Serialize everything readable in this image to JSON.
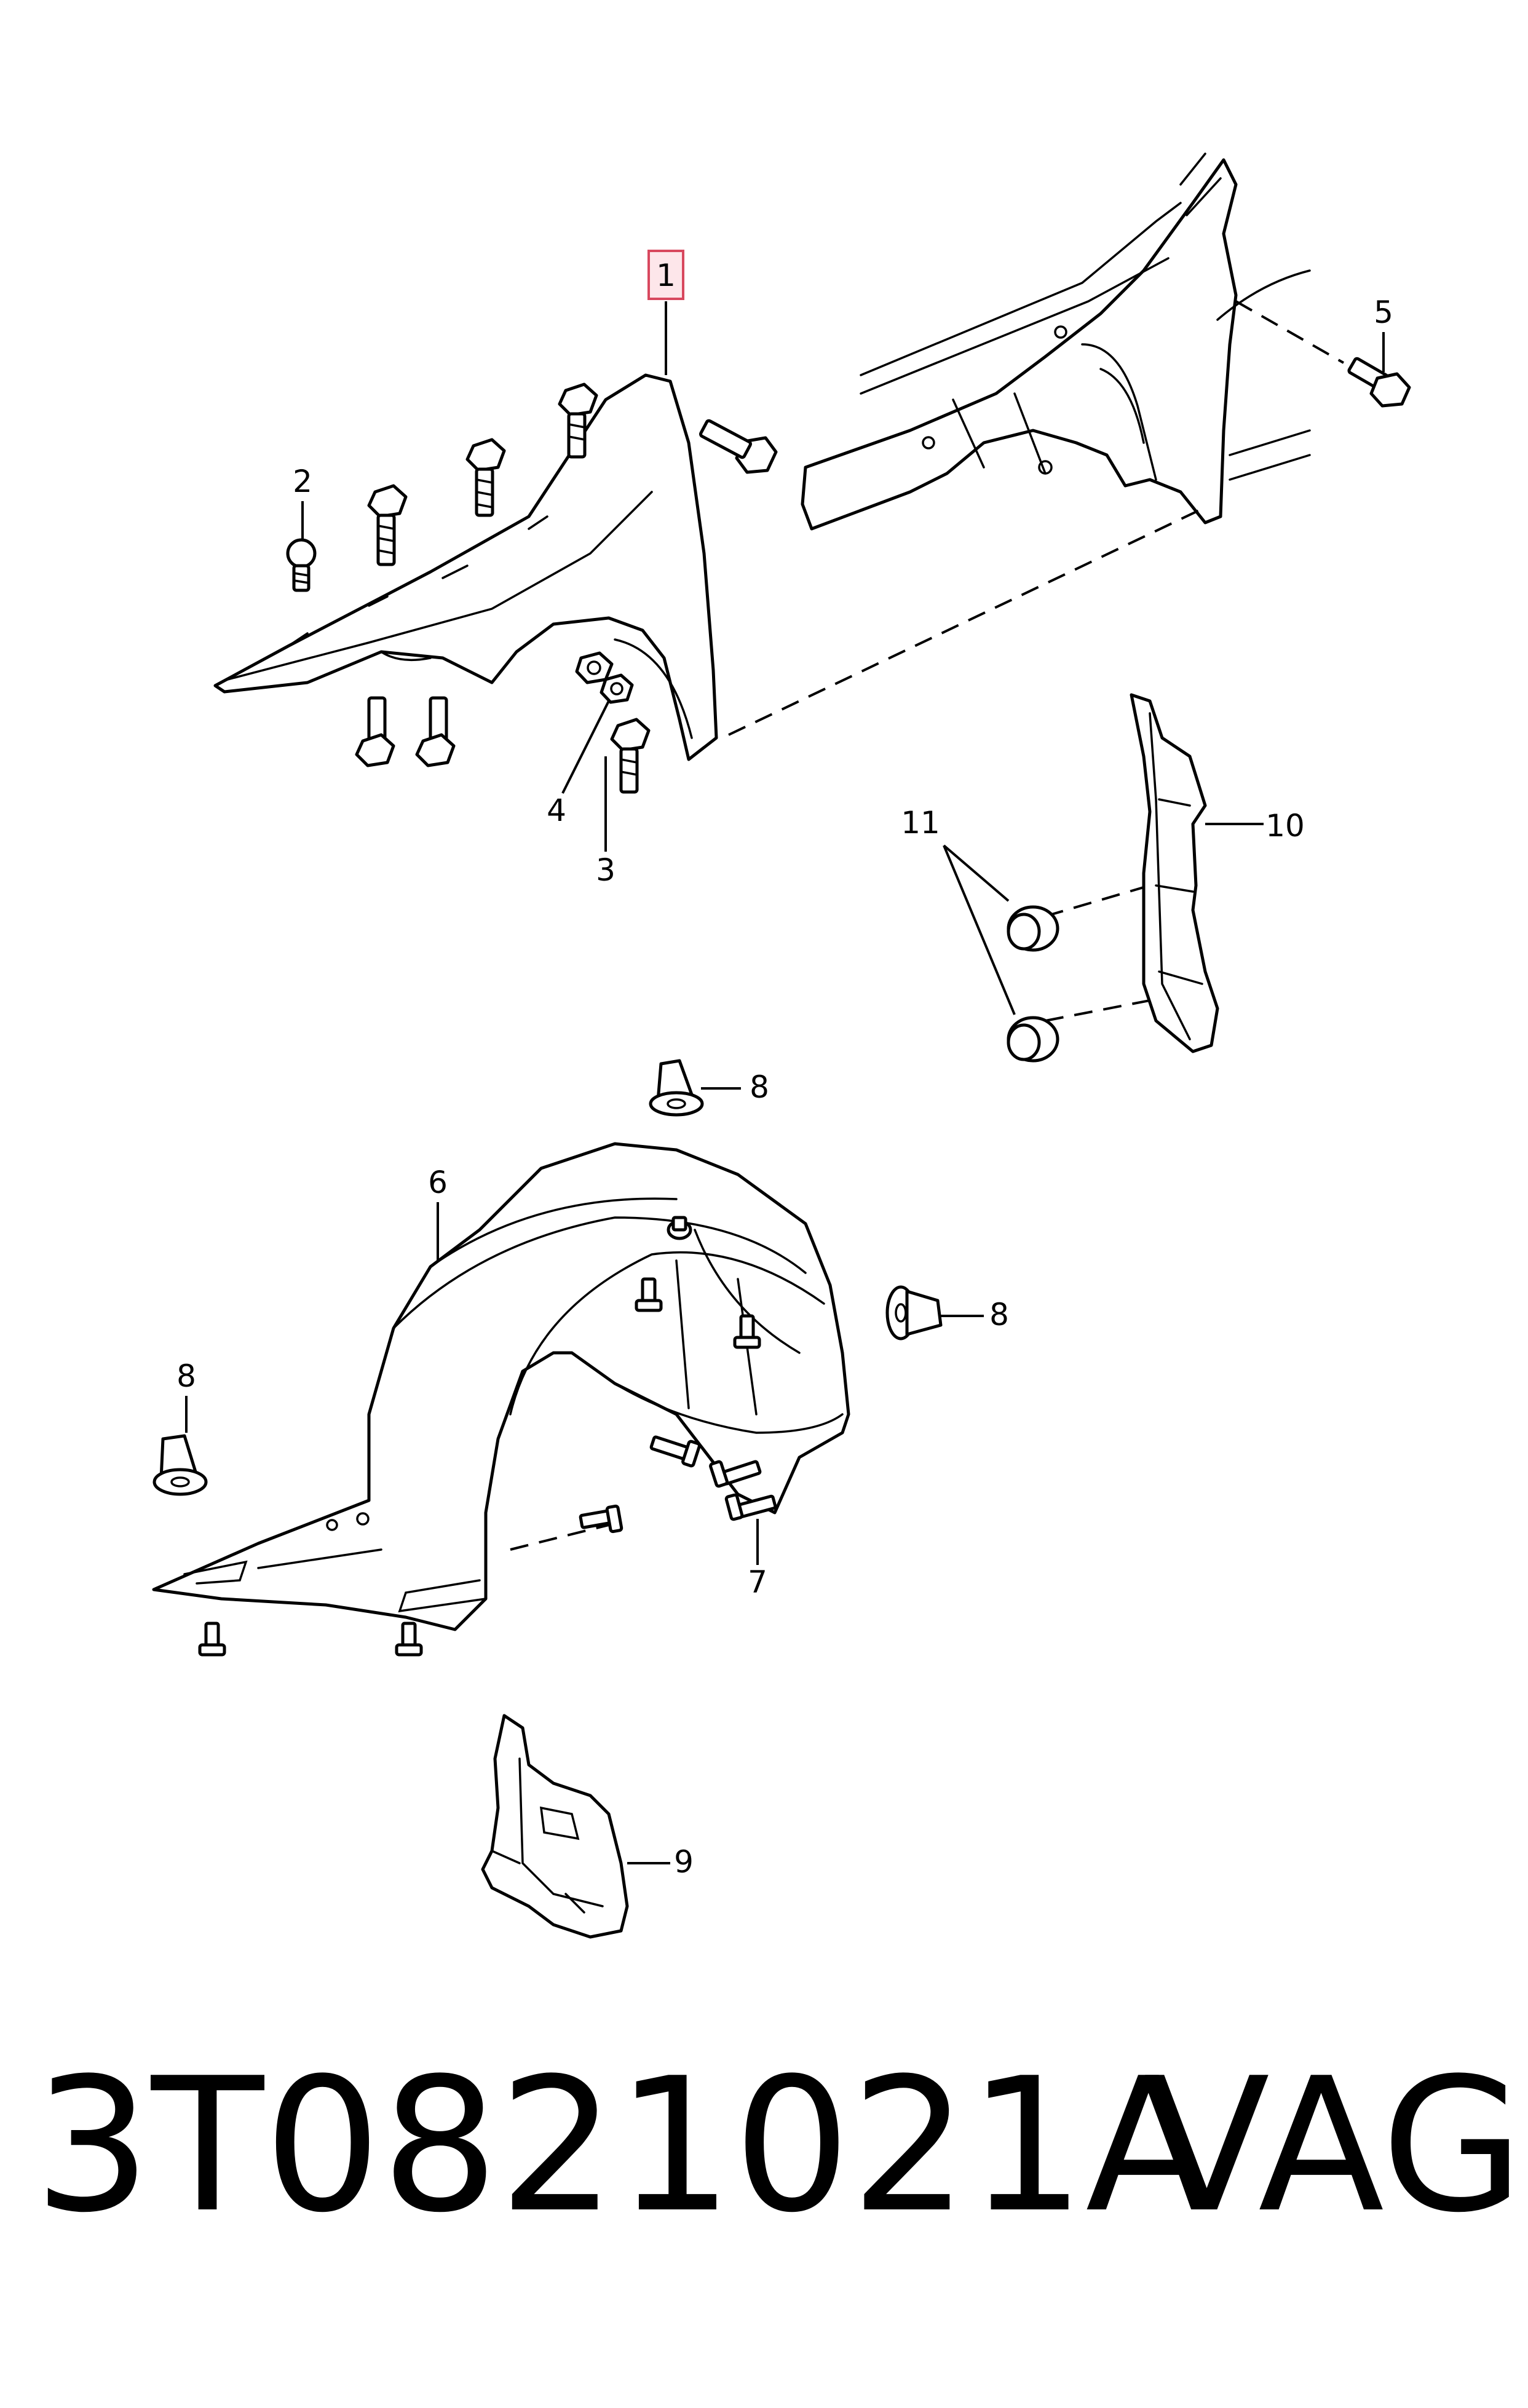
{
  "callouts": {
    "c1": "1",
    "c2": "2",
    "c3": "3",
    "c4": "4",
    "c5": "5",
    "c6": "6",
    "c7": "7",
    "c8a": "8",
    "c8b": "8",
    "c8c": "8",
    "c9": "9",
    "c10": "10",
    "c11": "11"
  },
  "highlight_color": "#d8485e",
  "footer": {
    "part_number": "3T0821021A",
    "brand": "VAG"
  }
}
